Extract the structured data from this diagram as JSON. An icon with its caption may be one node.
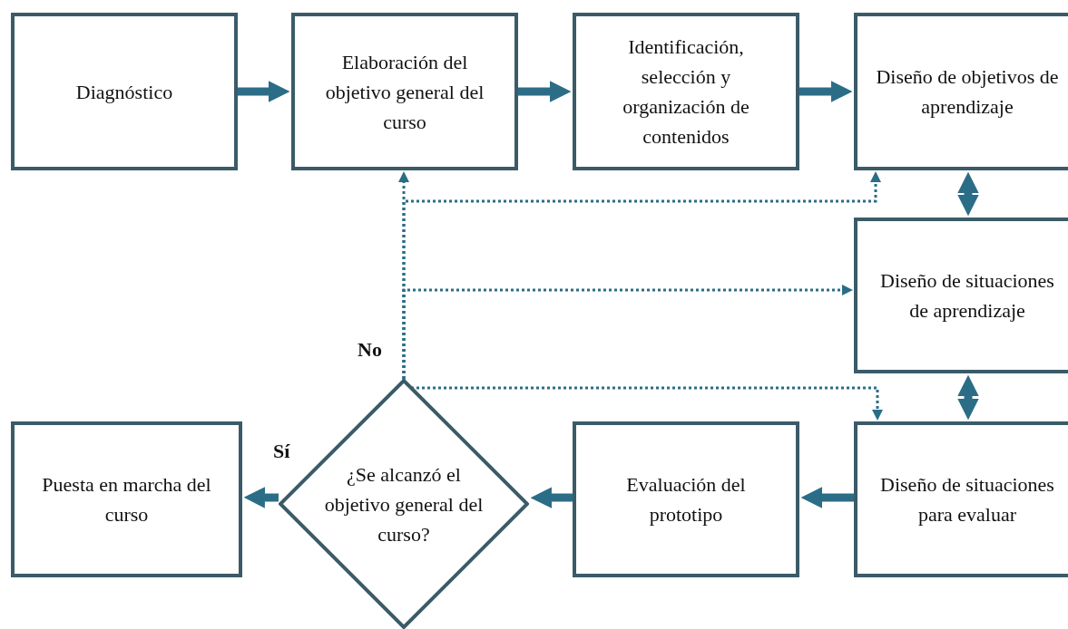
{
  "diagram": {
    "nodes": [
      {
        "text": [
          "Diagnóstico"
        ]
      },
      {
        "text": [
          "Elaboración del objetivo general del curso"
        ]
      },
      {
        "text": [
          "Identificación, selección y organización de contenidos"
        ]
      },
      {
        "text": [
          "Diseño de objetivos de aprendizaje"
        ]
      },
      {
        "text": [
          "Diseño de situaciones de aprendizaje"
        ]
      },
      {
        "text": [
          "Diseño de situaciones para evaluar"
        ]
      },
      {
        "text": [
          "Evaluación del prototipo"
        ]
      },
      {
        "text": [
          "¿Se alcanzó el objetivo general del curso?"
        ]
      },
      {
        "text": [
          "Puesta en marcha del curso"
        ]
      }
    ],
    "edges": [
      {
        "from": 0,
        "to": 1,
        "arrow": "to"
      },
      {
        "from": 1,
        "to": 2,
        "arrow": "to"
      },
      {
        "from": 2,
        "to": 3,
        "arrow": "to"
      },
      {
        "from": 3,
        "to": 4,
        "arrow": "both"
      },
      {
        "from": 4,
        "to": 5,
        "arrow": "both"
      },
      {
        "from": 5,
        "to": 6,
        "arrow": "to"
      },
      {
        "from": 6,
        "to": 7,
        "arrow": "to"
      },
      {
        "from": 7,
        "to": 8,
        "arrow": "to",
        "label": "Sí"
      },
      {
        "from": 7,
        "to": 1,
        "arrow": "to",
        "style": "dashed",
        "label": "No"
      },
      {
        "from": 7,
        "to": 3,
        "arrow": "to",
        "style": "dashed"
      },
      {
        "from": 7,
        "to": 4,
        "arrow": "to",
        "style": "dashed"
      },
      {
        "from": 7,
        "to": 5,
        "arrow": "to",
        "style": "dashed"
      }
    ]
  }
}
